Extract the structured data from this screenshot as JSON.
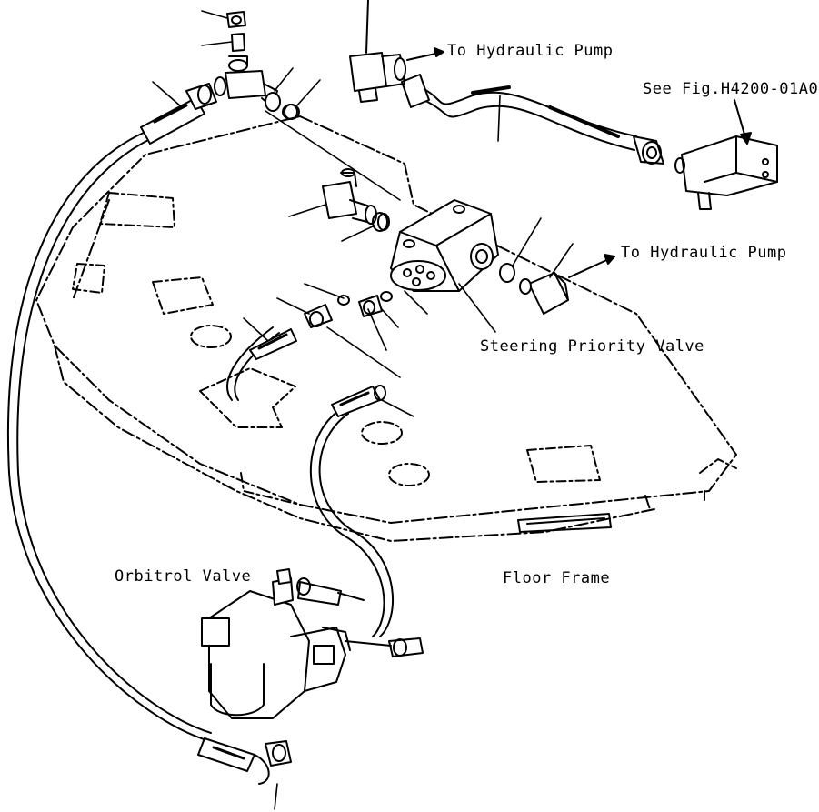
{
  "labels": {
    "to_pump_top": "To Hydraulic Pump",
    "see_fig": "See Fig.H4200-01A0",
    "to_pump_right": "To Hydraulic Pump",
    "steering_priority_valve": "Steering Priority Valve",
    "orbitrol_valve": "Orbitrol Valve",
    "floor_frame": "Floor Frame"
  }
}
